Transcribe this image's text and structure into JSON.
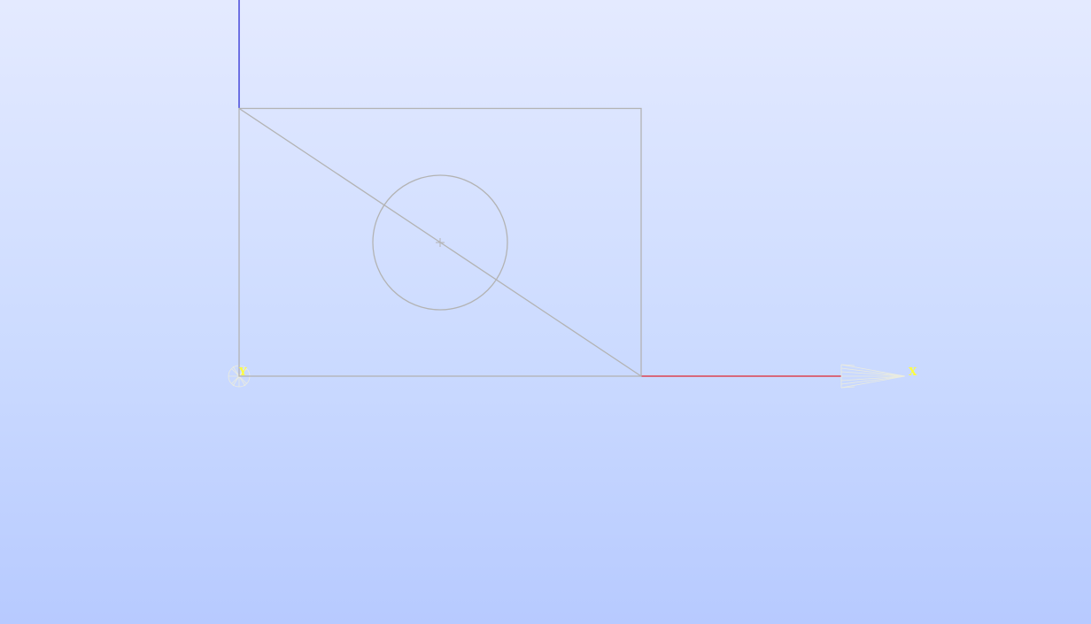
{
  "view": {
    "background_top": "#e4eaff",
    "background_bottom": "#b7caff"
  },
  "axes": {
    "x_label": "X",
    "y_label": "Y",
    "x_color": "#e0262c",
    "y_color": "#2a8a2a",
    "z_color": "#2020d0",
    "label_color": "#ffff3a"
  },
  "sketch": {
    "edge_color": "#b3b3b3",
    "entities": [
      "rectangle",
      "diagonal-line",
      "circle",
      "circle-center-point"
    ]
  }
}
